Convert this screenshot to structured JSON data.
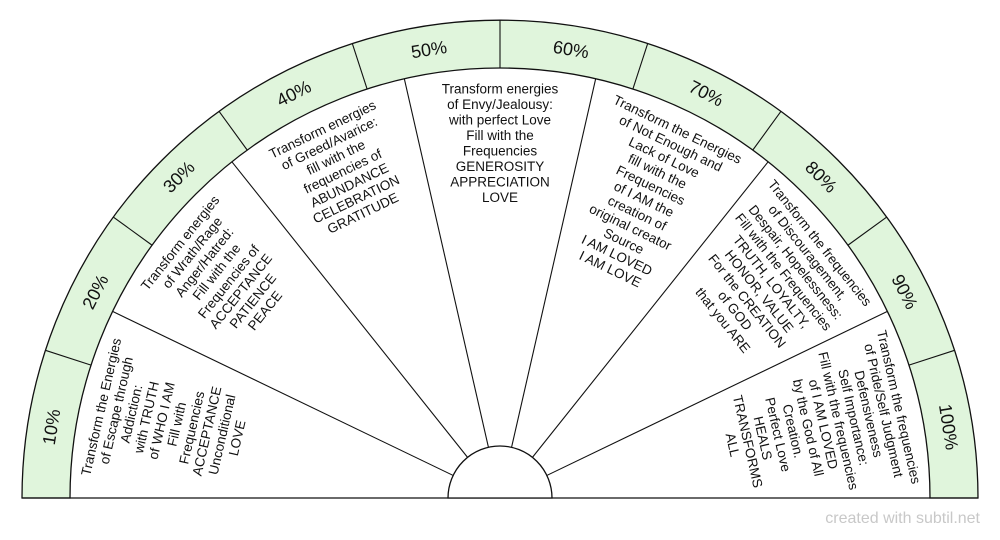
{
  "colors": {
    "band": "#e0f5dc",
    "stroke": "#111111",
    "background": "#ffffff",
    "credit": "#c8c8c8"
  },
  "percent_labels": [
    "10%",
    "20%",
    "30%",
    "40%",
    "50%",
    "60%",
    "70%",
    "80%",
    "90%",
    "100%"
  ],
  "sectors": [
    {
      "id": "escape",
      "lines": [
        "Transform the Energies",
        "of Escape through",
        "Addiction:",
        "with TRUTH",
        "of WHO I AM",
        "Fill with",
        "Frequencies",
        "ACCEPTANCE",
        "Unconditional",
        "LOVE"
      ]
    },
    {
      "id": "wrath",
      "lines": [
        "Transform energies",
        "of Wrath/Rage",
        "Anger/Hatred:",
        "Fill with the",
        "Frequencies of",
        "ACCEPTANCE",
        "PATIENCE",
        "PEACE"
      ]
    },
    {
      "id": "greed",
      "lines": [
        "Transform energies",
        "of Greed/Avarice:",
        "fill with the",
        "frequencies of",
        "ABUNDANCE",
        "CELEBRATION",
        "GRATITUDE"
      ]
    },
    {
      "id": "envy",
      "lines": [
        "Transform energies",
        "of Envy/Jealousy:",
        "with perfect Love",
        "Fill with the",
        "Frequencies",
        "GENEROSITY",
        "APPRECIATION",
        "LOVE"
      ]
    },
    {
      "id": "not-enough",
      "lines": [
        "Transform the Energies",
        "of Not Enough and",
        "Lack of Love",
        "fill with the",
        "Frequencies",
        "of I AM the",
        "creation of",
        "original creator",
        "Source",
        "I AM LOVED",
        "I AM LOVE"
      ]
    },
    {
      "id": "discouragement",
      "lines": [
        "Transform the frequencies",
        "of Discouragement,",
        "Despair, Hopelessness:",
        "Fill with the Frequencies",
        "TRUTH, LOYALTY,",
        "HONOR, VALUE",
        "For the CREATION",
        "of GOD",
        "that you ARE"
      ]
    },
    {
      "id": "pride",
      "lines": [
        "Transform the frequencies",
        "of Pride/Self Judgment",
        "Defensiveness",
        "Self Importance:",
        "Fill with the frequencies",
        "of I AM LOVED",
        "by the God of All",
        "Creation.",
        "Perfect Love",
        "HEALS",
        "TRANSFORMS",
        "ALL"
      ]
    }
  ],
  "credit": "created with subtil.net"
}
